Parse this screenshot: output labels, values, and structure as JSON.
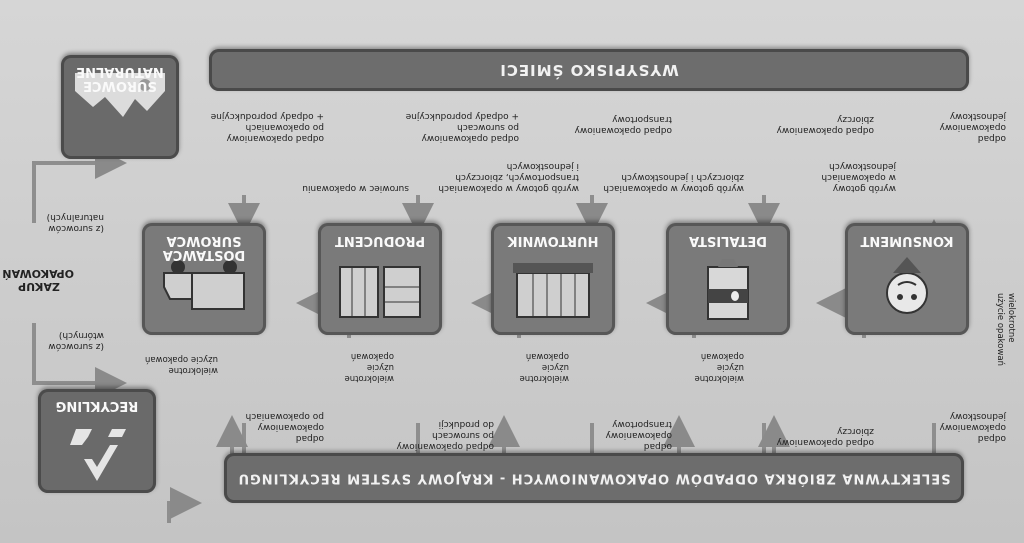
{
  "top_bar": {
    "title": "SELEKTYWNA ZBIÓRKA ODPADÓW OPAKOWANIOWYCH - KRAJOWY SYSTEM RECYKLINGU"
  },
  "bottom_bar": {
    "title": "WYSYPISKO ŚMIECI"
  },
  "side": {
    "recykling": "RECYKLING",
    "surowce": "SUROWCE\nNATURALNE"
  },
  "zakup": "ZAKUP\nOPAKOWAŃ",
  "nodes": [
    {
      "label": "KONSUMENT"
    },
    {
      "label": "DETALISTA"
    },
    {
      "label": "HURTOWNIK"
    },
    {
      "label": "PRODUCENT"
    },
    {
      "label": "DOSTAWCA\nSUROWCA"
    }
  ],
  "labels": {
    "upper_consumer": "odpad\nopakowaniowy\njednostkowy",
    "upper_detal": "odpad opakowaniowy\nzbiorczy",
    "upper_hurt": "odpad\nopakowaniowy\ntransportowy",
    "upper_prod": "odpad opakowaniowy\npo surowcach\ndo produkcji",
    "upper_dost": "odpad\nopakowaniowy\npo opakowaniach",
    "reuse_detal": "wielokrotne\nużycie\nopakowań",
    "reuse_hurt": "wielokrotne\nużycie\nopakowań",
    "reuse_prod": "wielokrotne\nużycie\nopakowań",
    "reuse_dost": "wielokrotne\nużycie opakowań",
    "reuse_consumer": "wielokrotne\nużycie opakowań",
    "flow_kons_detal": "wyrób gotowy\nw opakowaniach\njednostkowych",
    "flow_detal_hurt": "wyrób gotowy w opakowaniach\nzbiorczych i jednostkowych",
    "flow_hurt_prod": "wyrób gotowy w opakowaniach\ntransportowych, zbiorczych\ni jednostkowych",
    "flow_prod_dost": "surowiec w opakowaniu",
    "lower_consumer": "odpad\nopakowaniowy\njednostkowy",
    "lower_detal": "odpad opakowaniowy\nzbiorczy",
    "lower_hurt": "odpad opakowaniowy\ntransportowy",
    "lower_prod": "odpad opakowaniowy\npo surowcach\n+ odpady poprodukcyjne",
    "lower_dost": "odpad opakowaniowy\npo opakowaniach\n+ odpady poprodukcyjne",
    "wtorne": "(z surowców\nwtórnych)",
    "naturalne": "(z surowców\nnaturalnych)"
  }
}
